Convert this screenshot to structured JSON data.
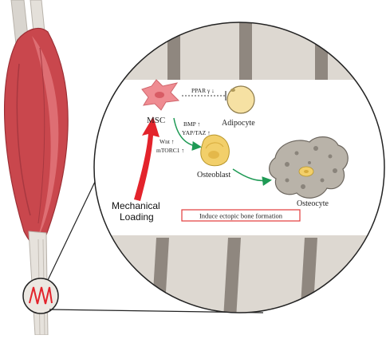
{
  "labels": {
    "msc": "MSC",
    "ppar": "PPAR γ ↓",
    "adipocyte": "Adipocyte",
    "bmp": "BMP ↑",
    "yap": "YAP/TAZ ↑",
    "wnt": "Wnt ↑",
    "mtorc": "mTORC1 ↑",
    "osteoblast": "Osteoblast",
    "osteocyte": "Osteocyte",
    "mechanical_line1": "Mechanical",
    "mechanical_line2": "Loading",
    "induce": "Induce ectopic bone formation"
  },
  "colors": {
    "muscle_red": "#c9474d",
    "muscle_light": "#e2767a",
    "tendon": "#d9d5cf",
    "msc_pink": "#ef8c92",
    "adipocyte_yellow": "#f6e1a3",
    "osteoblast_yellow": "#f2cf6a",
    "bone_gray": "#b9b3a9",
    "arrow_red": "#e3232b",
    "arrow_green": "#1f9a55",
    "box_red": "#e23b3b"
  }
}
